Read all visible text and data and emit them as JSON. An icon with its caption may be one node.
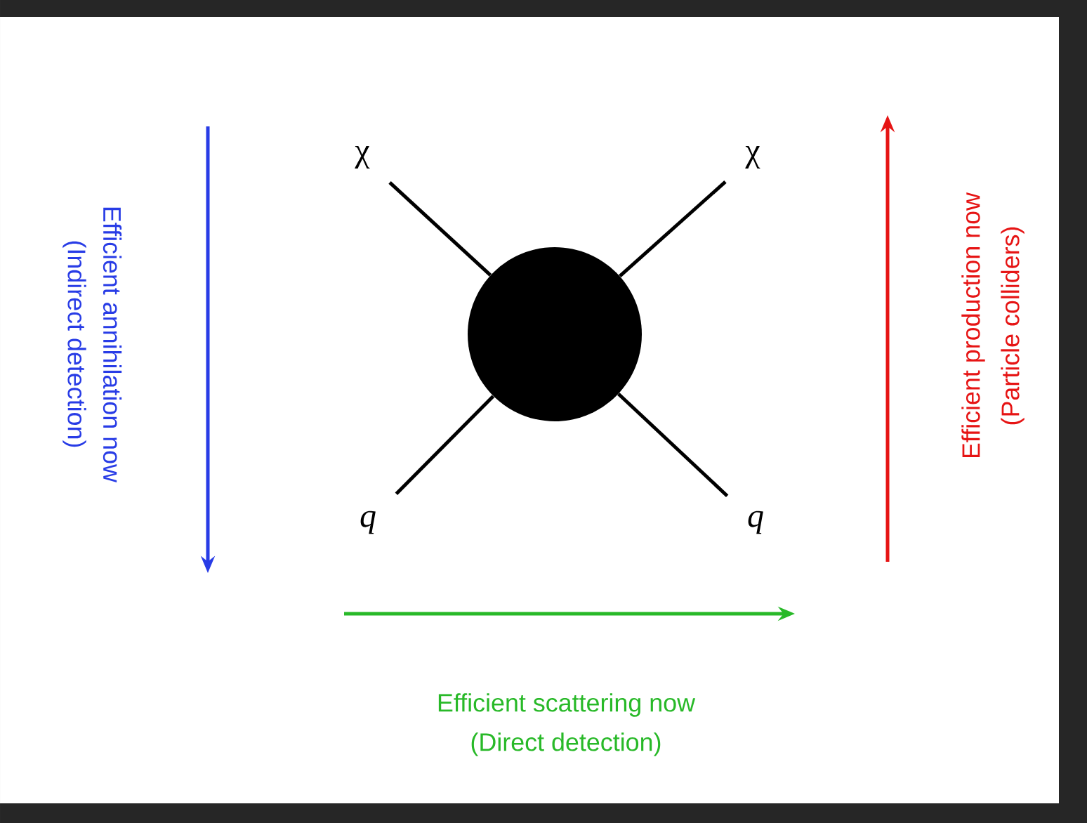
{
  "diagram": {
    "nodes": [
      {
        "text": [],
        "shape": "circle"
      },
      {
        "text": [
          "χ"
        ]
      },
      {
        "text": [
          "χ"
        ]
      },
      {
        "text": [
          "q"
        ]
      },
      {
        "text": [
          "q"
        ]
      }
    ],
    "edges": [
      {
        "from": 1,
        "to": 0,
        "arrow": "none"
      },
      {
        "from": 2,
        "to": 0,
        "arrow": "none"
      },
      {
        "from": 3,
        "to": 0,
        "arrow": "none"
      },
      {
        "from": 4,
        "to": 0,
        "arrow": "none"
      }
    ],
    "labels": [
      "Efficient annihilation now",
      "(Indirect detection)",
      "Efficient production now",
      "(Particle colliders)",
      "Efficient scattering now",
      "(Direct detection)"
    ]
  }
}
